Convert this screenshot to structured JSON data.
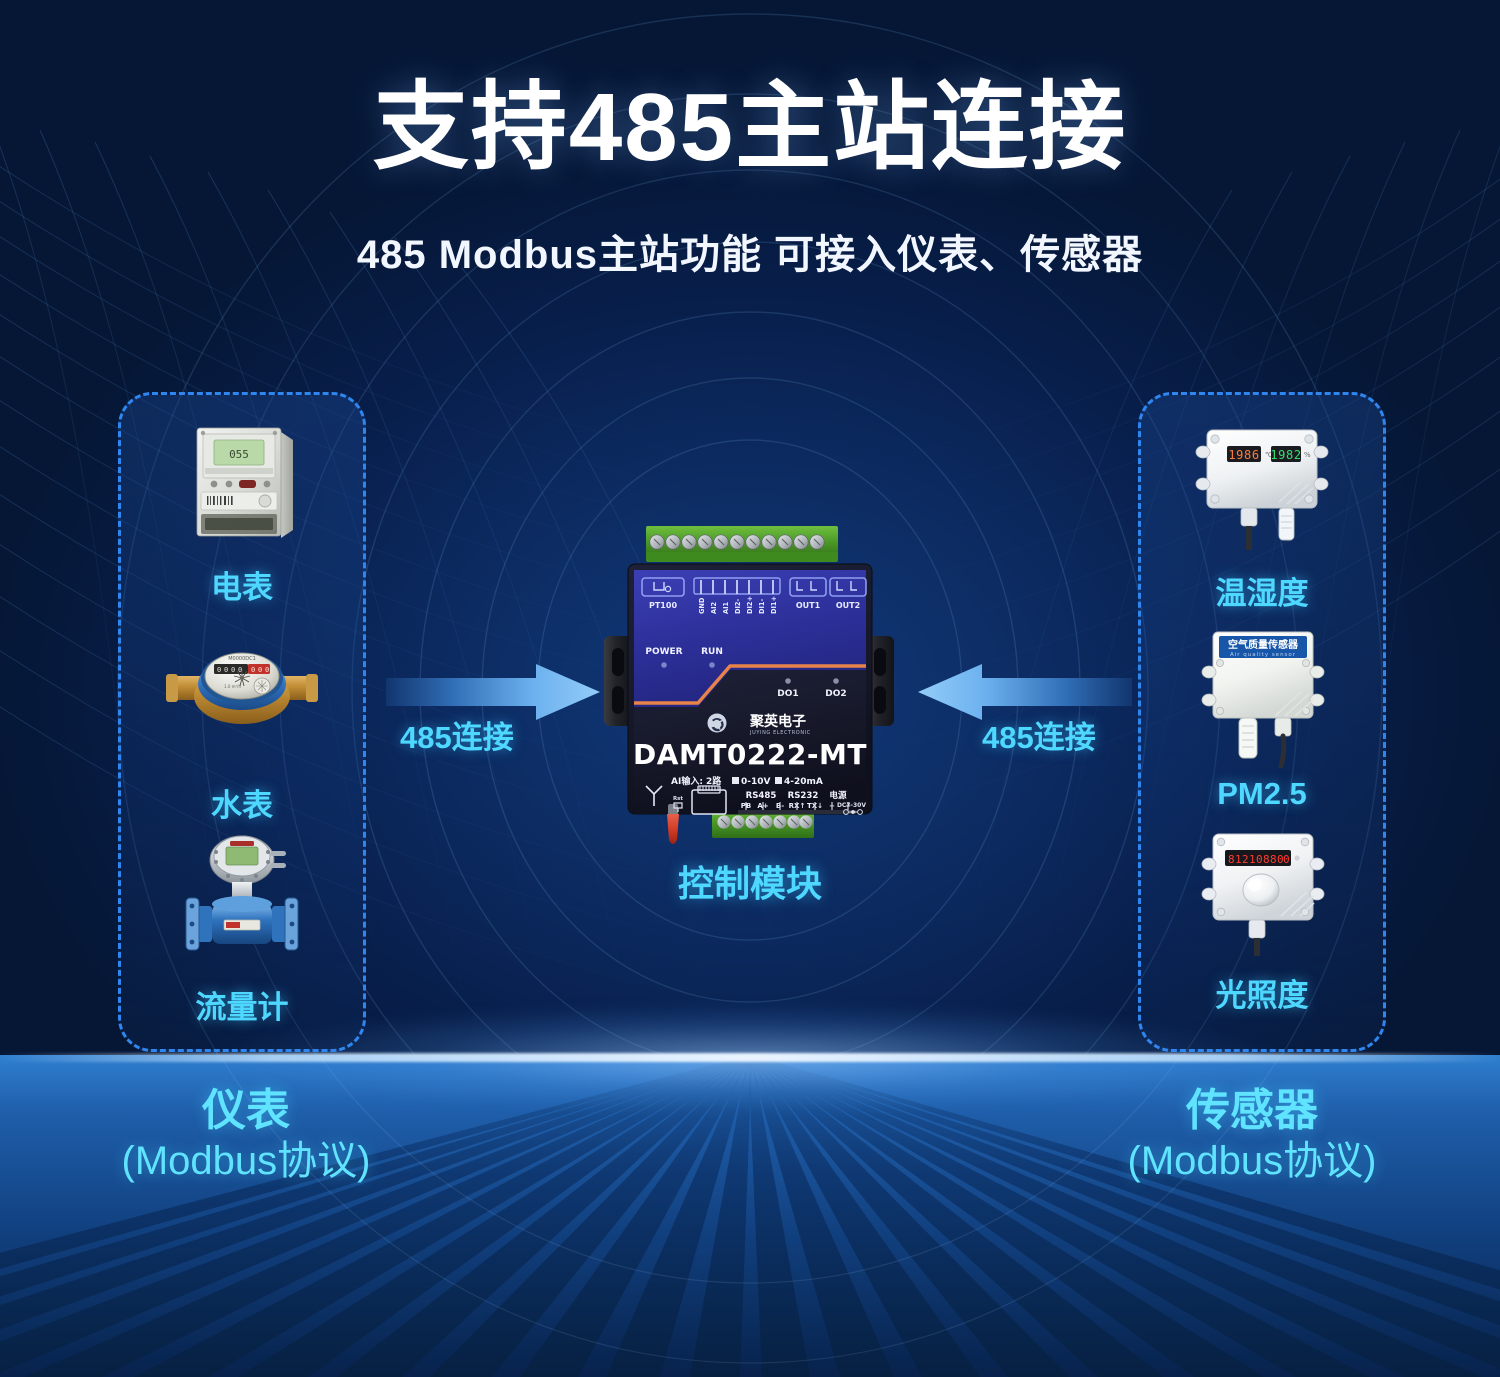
{
  "header": {
    "title": "支持485主站连接",
    "subtitle": "485 Modbus主站功能  可接入仪表、传感器"
  },
  "left_panel": {
    "items": [
      {
        "label": "电表",
        "icon": "electric-meter-icon"
      },
      {
        "label": "水表",
        "icon": "water-meter-icon"
      },
      {
        "label": "流量计",
        "icon": "flow-meter-icon"
      }
    ],
    "caption_line1": "仪表",
    "caption_line2": "(Modbus协议)"
  },
  "right_panel": {
    "items": [
      {
        "label": "温湿度",
        "icon": "temperature-humidity-sensor-icon"
      },
      {
        "label": "PM2.5",
        "icon": "air-quality-sensor-icon"
      },
      {
        "label": "光照度",
        "icon": "light-sensor-icon"
      }
    ],
    "caption_line1": "传感器",
    "caption_line2": "(Modbus协议)"
  },
  "arrows": {
    "left_label": "485连接",
    "right_label": "485连接"
  },
  "device": {
    "caption": "控制模块",
    "brand_cn": "聚英电子",
    "brand_en": "JUYING ELECTRONIC",
    "model": "DAMT0222-MT",
    "ai_spec": "AI输入: 2路  ■0-10V  ■4-20mA",
    "top_blocks": {
      "pt100": "PT100",
      "out1": "OUT1",
      "out2": "OUT2",
      "pins": [
        "GND",
        "AI2",
        "AI1",
        "DI2-",
        "DI2+",
        "DI1-",
        "DI1+"
      ]
    },
    "leds": {
      "power": "POWER",
      "run": "RUN",
      "do1": "DO1",
      "do2": "DO2"
    },
    "bottom_ports": {
      "groups": [
        "RS485",
        "RS232",
        "电源"
      ],
      "pins": [
        "PB",
        "A+",
        "B-",
        "RX↑",
        "TX↓",
        "−",
        "+"
      ],
      "voltage": "DC7-30V",
      "reset": "Rst"
    }
  },
  "sensor_displays": {
    "temp_humidity": {
      "temp": "1986",
      "humidity": "1982"
    },
    "light": "812108800"
  },
  "colors": {
    "bg_dark": "#061736",
    "bg_mid": "#0c2a60",
    "accent_cyan": "#4fd8ff",
    "dashed_border": "#2f86ef",
    "arrow_light": "#86c5f5",
    "title_white": "#ffffff",
    "device_blue": "#2a2f96",
    "device_black": "#17182e",
    "device_orange": "#e8834a",
    "terminal_green": "#4a9b2f"
  }
}
